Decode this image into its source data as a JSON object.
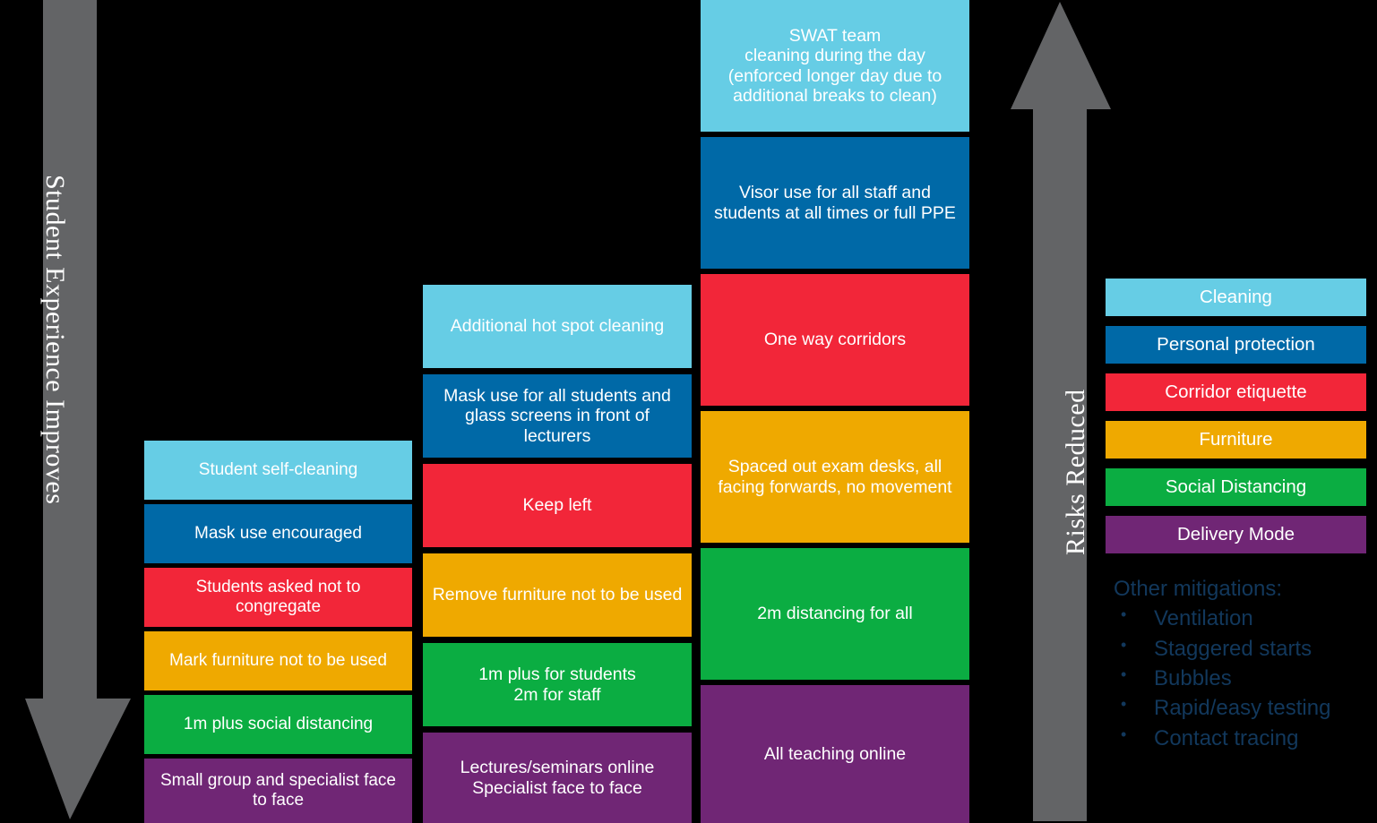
{
  "palette": {
    "background": "#000000",
    "arrow_gray": "#636466",
    "cleaning": "#66CDE5",
    "personal_protection": "#0069A7",
    "corridor_etiquette": "#F22639",
    "furniture": "#EFA900",
    "social_distancing": "#0BAD42",
    "delivery_mode": "#702675",
    "other_text": "#12385C",
    "box_text": "#FFFFFF"
  },
  "arrows": {
    "left": {
      "label": "Student Experience Improves",
      "direction": "down",
      "name": "student-experience-arrow"
    },
    "right": {
      "label": "Risks Reduced",
      "direction": "up",
      "name": "risks-reduced-arrow"
    }
  },
  "columns": [
    {
      "id": "col1",
      "name": "tier-1-column",
      "boxes": [
        {
          "label": "Student self-cleaning",
          "category": "Cleaning",
          "color": "#66CDE5"
        },
        {
          "label": "Mask use encouraged",
          "category": "Personal protection",
          "color": "#0069A7"
        },
        {
          "label": "Students asked not to congregate",
          "category": "Corridor etiquette",
          "color": "#F22639"
        },
        {
          "label": "Mark furniture not to be used",
          "category": "Furniture",
          "color": "#EFA900"
        },
        {
          "label": "1m plus social distancing",
          "category": "Social Distancing",
          "color": "#0BAD42"
        },
        {
          "label": "Small group and specialist face to face",
          "category": "Delivery Mode",
          "color": "#702675"
        }
      ]
    },
    {
      "id": "col2",
      "name": "tier-2-column",
      "boxes": [
        {
          "label": "Additional hot spot cleaning",
          "category": "Cleaning",
          "color": "#66CDE5"
        },
        {
          "label": "Mask use for all students and glass screens in front of lecturers",
          "category": "Personal protection",
          "color": "#0069A7"
        },
        {
          "label": "Keep left",
          "category": "Corridor etiquette",
          "color": "#F22639"
        },
        {
          "label": "Remove furniture not to be used",
          "category": "Furniture",
          "color": "#EFA900"
        },
        {
          "label": "1m plus for students\n2m for staff",
          "category": "Social Distancing",
          "color": "#0BAD42"
        },
        {
          "label": "Lectures/seminars online\nSpecialist face to face",
          "category": "Delivery Mode",
          "color": "#702675"
        }
      ]
    },
    {
      "id": "col3",
      "name": "tier-3-column",
      "boxes": [
        {
          "label": "SWAT team\ncleaning during the day (enforced longer day due to additional breaks to clean)",
          "category": "Cleaning",
          "color": "#66CDE5"
        },
        {
          "label": "Visor use for all staff and students at all times or full PPE",
          "category": "Personal protection",
          "color": "#0069A7"
        },
        {
          "label": "One way corridors",
          "category": "Corridor etiquette",
          "color": "#F22639"
        },
        {
          "label": "Spaced out exam desks, all facing forwards, no movement",
          "category": "Furniture",
          "color": "#EFA900"
        },
        {
          "label": "2m distancing for all",
          "category": "Social Distancing",
          "color": "#0BAD42"
        },
        {
          "label": "All teaching online",
          "category": "Delivery Mode",
          "color": "#702675"
        }
      ]
    }
  ],
  "legend": {
    "name": "category-legend",
    "items": [
      {
        "label": "Cleaning",
        "color": "#66CDE5"
      },
      {
        "label": "Personal protection",
        "color": "#0069A7"
      },
      {
        "label": "Corridor etiquette",
        "color": "#F22639"
      },
      {
        "label": "Furniture",
        "color": "#EFA900"
      },
      {
        "label": "Social Distancing",
        "color": "#0BAD42"
      },
      {
        "label": "Delivery Mode",
        "color": "#702675"
      }
    ]
  },
  "other_mitigations": {
    "title": "Other mitigations:",
    "bullet_glyph": "•",
    "items": [
      "Ventilation",
      "Staggered starts",
      "Bubbles",
      "Rapid/easy testing",
      "Contact tracing"
    ]
  }
}
